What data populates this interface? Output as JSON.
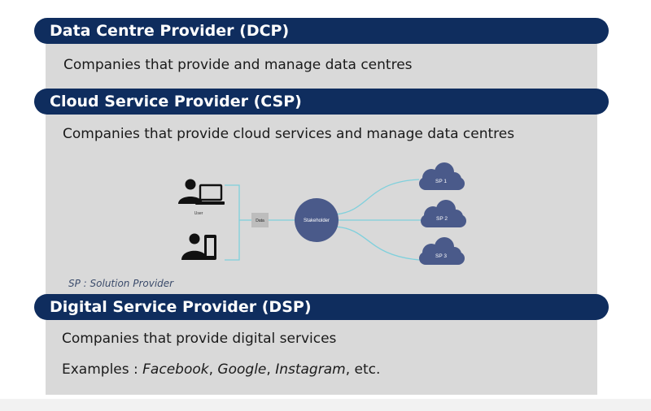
{
  "sections": {
    "dcp": {
      "title": "Data Centre Provider (DCP)",
      "description": "Companies that provide and manage data centres"
    },
    "csp": {
      "title": "Cloud Service Provider (CSP)",
      "description": "Companies that provide cloud services and manage data centres"
    },
    "dsp": {
      "title": "Digital Service Provider (DSP)",
      "description": "Companies that provide digital services",
      "examples_prefix": "Examples : ",
      "examples": [
        "Facebook",
        "Google",
        "Instagram"
      ],
      "examples_suffix": "etc."
    }
  },
  "diagram": {
    "user_label": "User",
    "data_label": "Data",
    "stakeholder_label": "Stakeholder",
    "providers": [
      "SP 1",
      "SP 2",
      "SP 3"
    ],
    "note": "SP : Solution Provider"
  },
  "colors": {
    "header_bg": "#0f2d5e",
    "panel_bg": "#d9d9d9",
    "connector": "#7fd0dc",
    "node": "#4a5a8a"
  }
}
